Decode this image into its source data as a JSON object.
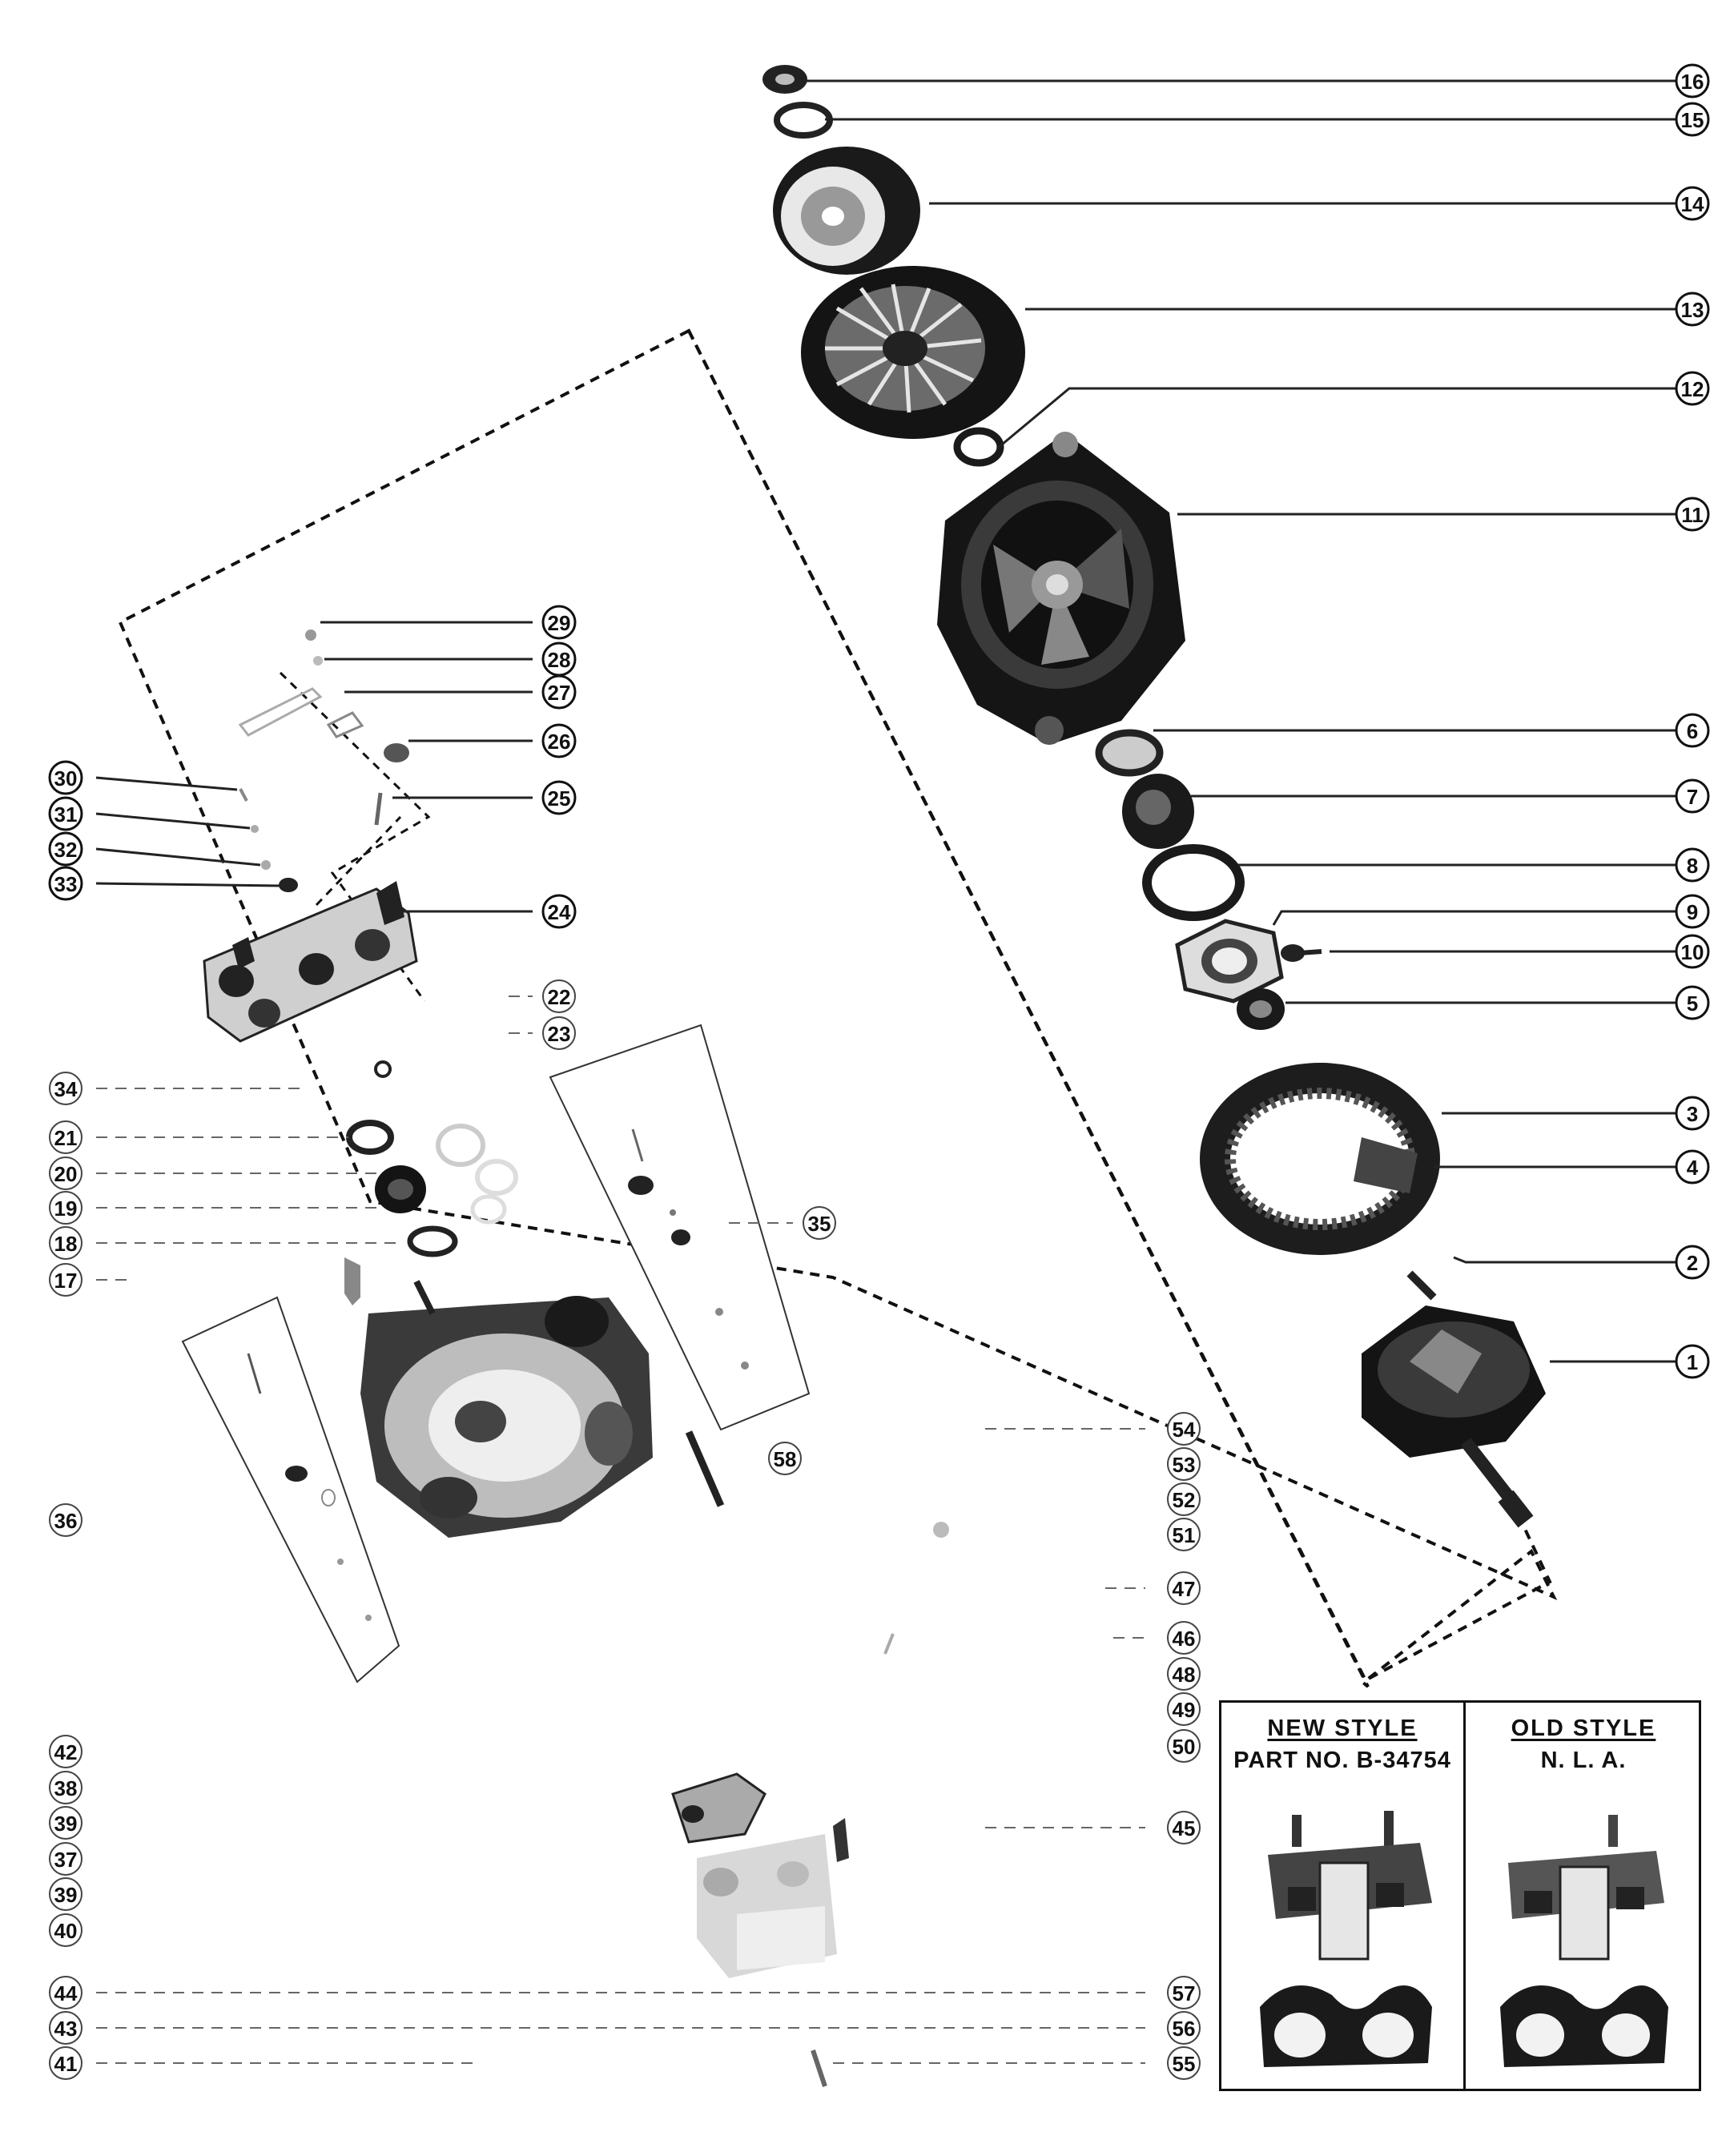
{
  "callouts": {
    "c1": "1",
    "c2": "2",
    "c3": "3",
    "c4": "4",
    "c5": "5",
    "c6": "6",
    "c7": "7",
    "c8": "8",
    "c9": "9",
    "c10": "10",
    "c11": "11",
    "c12": "12",
    "c13": "13",
    "c14": "14",
    "c15": "15",
    "c16": "16",
    "c17": "17",
    "c18": "18",
    "c19": "19",
    "c20": "20",
    "c21": "21",
    "c22": "22",
    "c23": "23",
    "c24": "24",
    "c25": "25",
    "c26": "26",
    "c27": "27",
    "c28": "28",
    "c29": "29",
    "c30": "30",
    "c31": "31",
    "c32": "32",
    "c33": "33",
    "c34": "34",
    "c35": "35",
    "c36": "36",
    "c37": "37",
    "c38": "38",
    "c39a": "39",
    "c39b": "39",
    "c40": "40",
    "c41": "41",
    "c42": "42",
    "c43": "43",
    "c44": "44",
    "c45": "45",
    "c46": "46",
    "c47": "47",
    "c48": "48",
    "c49": "49",
    "c50": "50",
    "c51": "51",
    "c52": "52",
    "c53": "53",
    "c54": "54",
    "c55": "55",
    "c56": "56",
    "c57": "57",
    "c58": "58"
  },
  "inset": {
    "new_style_heading": "NEW STYLE",
    "new_style_part": "PART NO. B-34754",
    "old_style_heading": "OLD STYLE",
    "old_style_status": "N. L. A."
  }
}
